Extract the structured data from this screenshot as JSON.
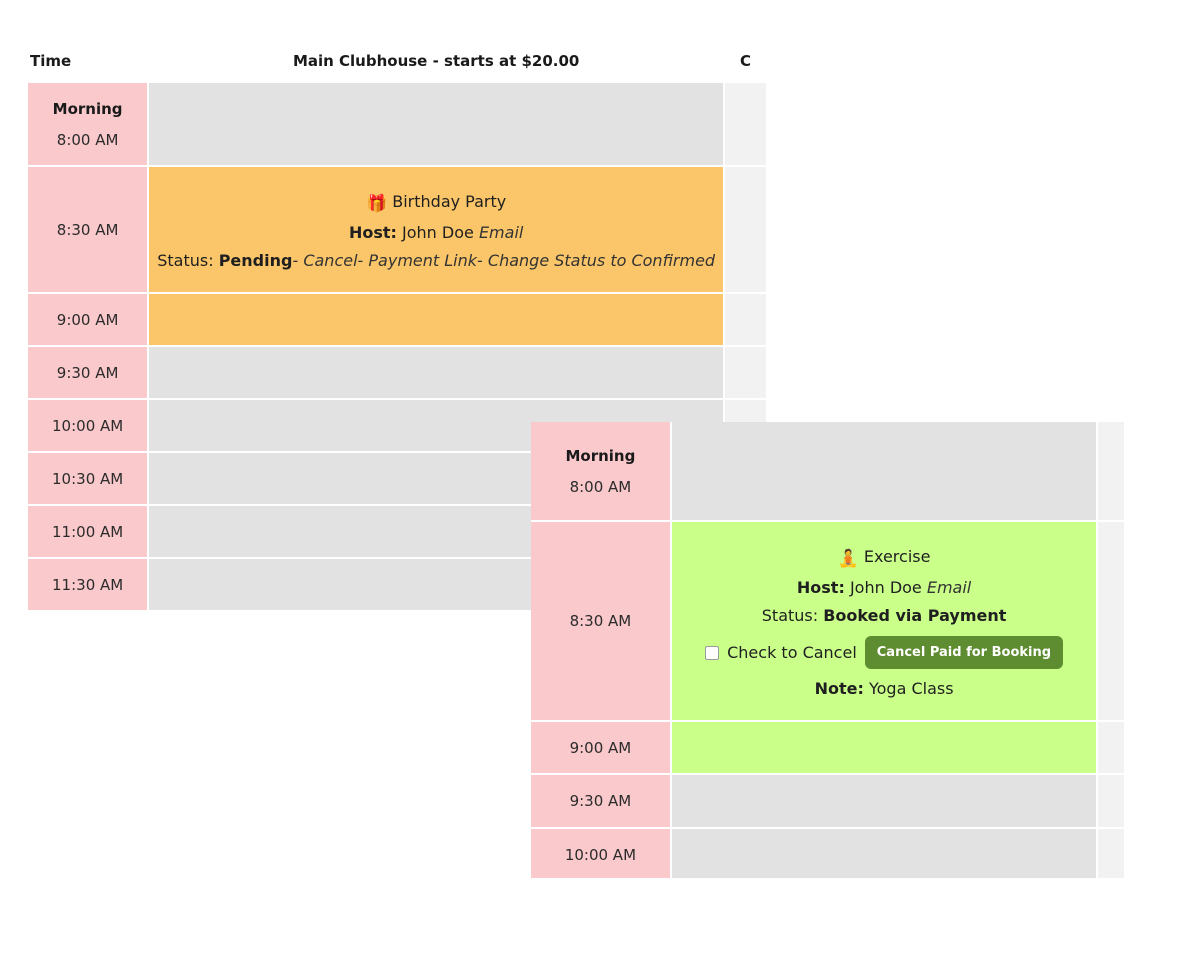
{
  "back_calendar": {
    "headers": {
      "time": "Time",
      "col1": "Main Clubhouse - starts at $20.00",
      "col2_truncated": "C"
    },
    "rows": [
      {
        "morning_label": "Morning",
        "time": "8:00 AM"
      },
      {
        "time": "8:30 AM"
      },
      {
        "time": "9:00 AM"
      },
      {
        "time": "9:30 AM"
      },
      {
        "time": "10:00 AM"
      },
      {
        "time": "10:30 AM"
      },
      {
        "time": "11:00 AM"
      },
      {
        "time": "11:30 AM"
      }
    ],
    "event": {
      "emoji": "🎁",
      "icon_name": "gift-icon",
      "title": "Birthday Party",
      "host_label": "Host:",
      "host_name": "John Doe",
      "email_link": "Email",
      "status_label": "Status:",
      "status_value": "Pending",
      "sep": "-",
      "cancel_link": "Cancel",
      "payment_link": "Payment Link",
      "change_status_link": "Change Status to Confirmed"
    }
  },
  "front_calendar": {
    "rows": [
      {
        "morning_label": "Morning",
        "time": "8:00 AM"
      },
      {
        "time": "8:30 AM"
      },
      {
        "time": "9:00 AM"
      },
      {
        "time": "9:30 AM"
      },
      {
        "time": "10:00 AM"
      }
    ],
    "event": {
      "emoji": "🧘",
      "icon_name": "person-lotus-icon",
      "title": "Exercise",
      "host_label": "Host:",
      "host_name": "John Doe",
      "email_link": "Email",
      "status_label": "Status:",
      "status_value": "Booked via Payment",
      "checkbox_label": "Check to Cancel",
      "cancel_paid_button": "Cancel Paid for Booking",
      "note_label": "Note:",
      "note_value": "Yoga Class"
    }
  },
  "colors": {
    "time_column": "#fac9cc",
    "empty_slot": "#e2e2e2",
    "faint_slot": "#f2f2f2",
    "event_pending": "#fbc669",
    "event_booked": "#caff8a",
    "button_green": "#5e8c30",
    "page_background": "#ffffff"
  }
}
